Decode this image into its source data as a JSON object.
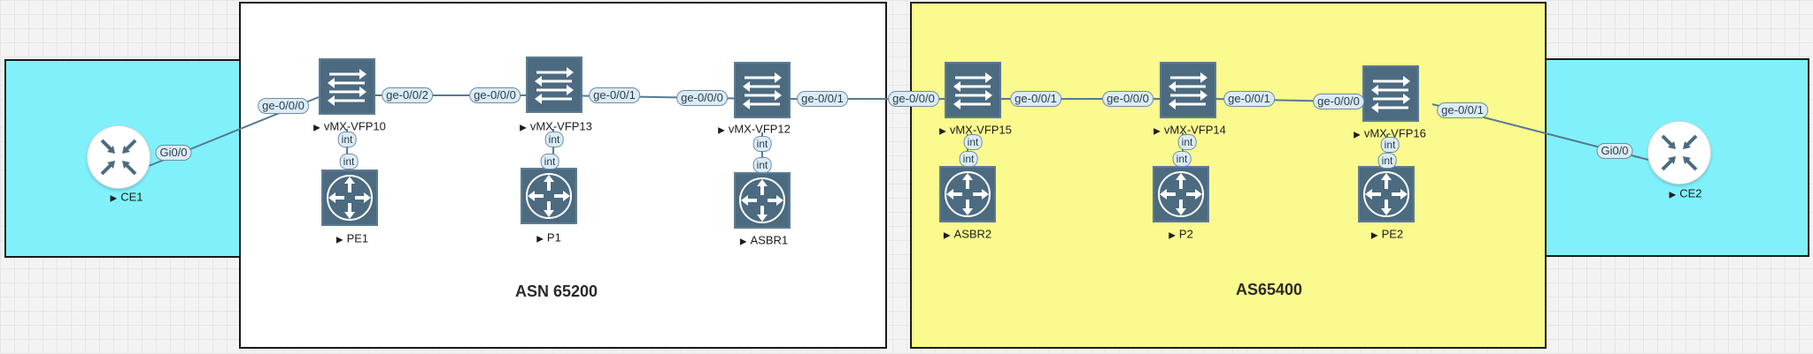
{
  "zones": {
    "asn_left_label": "ASN 65200",
    "as_right_label": "AS65400"
  },
  "devices": {
    "ce1": "CE1",
    "ce2": "CE2",
    "vfp10": "vMX-VFP10",
    "vfp13": "vMX-VFP13",
    "vfp12": "vMX-VFP12",
    "vfp15": "vMX-VFP15",
    "vfp14": "vMX-VFP14",
    "vfp16": "vMX-VFP16",
    "pe1": "PE1",
    "p1": "P1",
    "asbr1": "ASBR1",
    "asbr2": "ASBR2",
    "p2": "P2",
    "pe2": "PE2"
  },
  "interfaces": {
    "ce1_gi": "Gi0/0",
    "vfp10_ge000": "ge-0/0/0",
    "vfp10_ge002": "ge-0/0/2",
    "vfp13_ge000": "ge-0/0/0",
    "vfp13_ge001": "ge-0/0/1",
    "vfp12_ge000": "ge-0/0/0",
    "vfp12_ge001": "ge-0/0/1",
    "vfp15_ge000": "ge-0/0/0",
    "vfp15_ge001": "ge-0/0/1",
    "vfp14_ge000": "ge-0/0/0",
    "vfp14_ge001": "ge-0/0/1",
    "vfp16_ge000": "ge-0/0/0",
    "vfp16_ge001": "ge-0/0/1",
    "ce2_gi": "Gi0/0",
    "int": "int"
  },
  "colors": {
    "zone_cyan": "#80f1fa",
    "zone_yellow": "#fbfa8e",
    "device_fill": "#4c6b80",
    "link": "#557a92"
  },
  "icons": {
    "vfp": "switch-icon",
    "pe_p_asbr": "router-icon",
    "ce": "ce-router-icon"
  }
}
